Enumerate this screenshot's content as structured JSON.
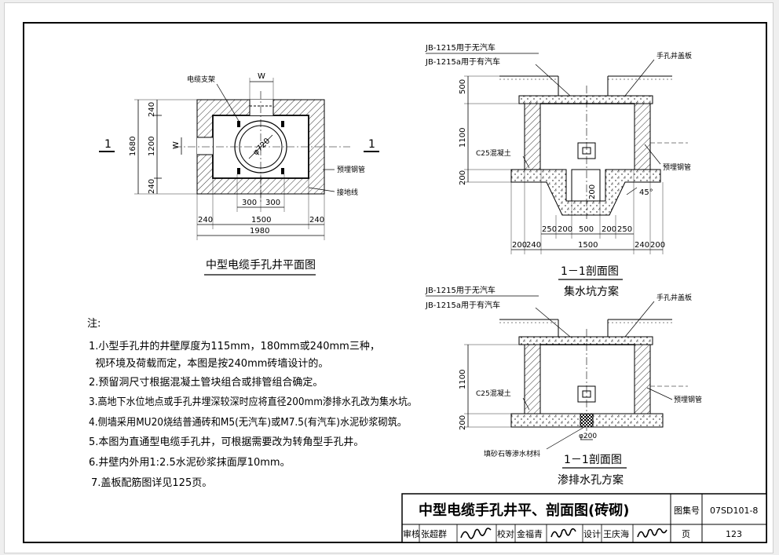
{
  "plan": {
    "caption": "中型电缆手孔井平面图",
    "label_bracket": "电缆支架",
    "label_pipe": "预埋钢管",
    "label_ground": "接地线",
    "section_mark": "1",
    "dim_w_top": "W",
    "dim_w_left": "W",
    "dim_phi": "φ720",
    "dims_vertical": [
      "240",
      "1200",
      "240"
    ],
    "dim_vertical_total": "1680",
    "dims_300": [
      "300",
      "300"
    ],
    "dims_horizontal": [
      "240",
      "1500",
      "240"
    ],
    "dim_horizontal_total": "1980"
  },
  "section_a": {
    "cover_jb1": "JB-1215用于无汽车",
    "cover_jb2": "JB-1215a用于有汽车",
    "label_cover": "手孔井盖板",
    "label_concrete": "C25混凝土",
    "label_pipe": "预埋钢管",
    "dims_left": [
      "500",
      "1100",
      "200"
    ],
    "dim_pit": "200",
    "angle": "45°",
    "dims_inner": [
      "250",
      "200",
      "500",
      "200",
      "250"
    ],
    "dims_outer_left": [
      "200",
      "240"
    ],
    "dim_outer_center": "1500",
    "dims_outer_right": [
      "240",
      "200"
    ],
    "caption": "1－1剖面图",
    "subcaption": "集水坑方案"
  },
  "section_b": {
    "cover_jb1": "JB-1215用于无汽车",
    "cover_jb2": "JB-1215a用于有汽车",
    "label_cover": "手孔井盖板",
    "label_concrete": "C25混凝土",
    "label_pipe": "预埋钢管",
    "label_fill": "填砂石等渗水材料",
    "dims_left": [
      "1100",
      "200"
    ],
    "dim_drain": "φ200",
    "caption": "1－1剖面图",
    "subcaption": "渗排水孔方案"
  },
  "notes": {
    "heading": "注:",
    "lines": [
      "1.小型手孔井的井壁厚度为115mm，180mm或240mm三种，",
      "  视环境及荷载而定，本图是按240mm砖墙设计的。",
      "2.预留洞尺寸根据混凝土管块组合或排管组合确定。",
      "3.高地下水位地点或手孔井埋深较深时应将直径200mm渗排水孔改为集水坑。",
      "4.侧墙采用MU20烧结普通砖和M5(无汽车)或M7.5(有汽车)水泥砂浆砌筑。",
      "5.本图为直通型电缆手孔井，可根据需要改为转角型手孔井。",
      "6.井壁内外用1:2.5水泥砂浆抹面厚10mm。",
      "7.盖板配筋图详见125页。"
    ]
  },
  "title_block": {
    "title": "中型电缆手孔井平、剖面图(砖砌)",
    "atlas_label": "图集号",
    "atlas_no": "07SD101-8",
    "page_label": "页",
    "page_no": "123",
    "review_label": "审核",
    "reviewer": "张超群",
    "check_label": "校对",
    "checker": "金福青",
    "design_label": "设计",
    "designer": "王庆海"
  }
}
